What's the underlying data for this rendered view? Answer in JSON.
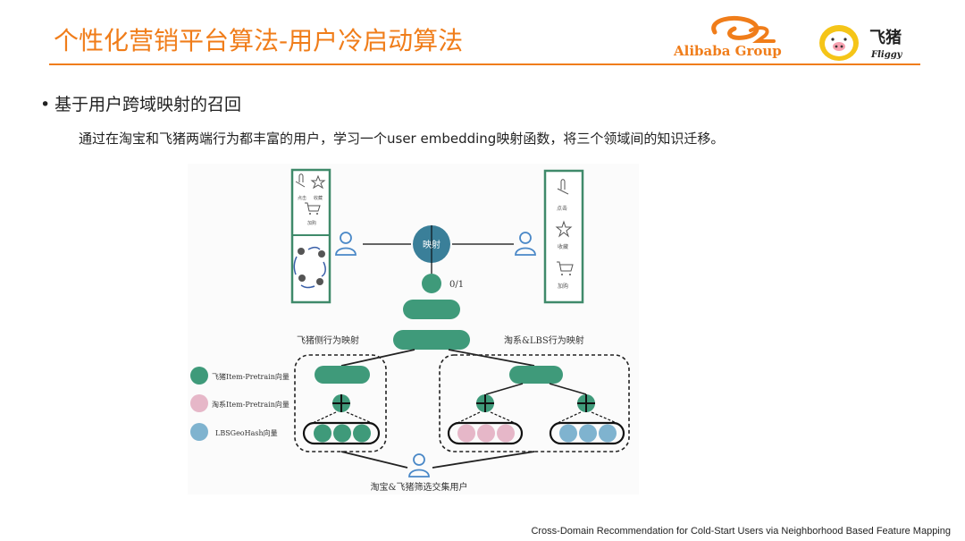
{
  "header": {
    "title": "个性化营销平台算法-用户冷启动算法",
    "logo_alibaba": "Alibaba Group",
    "logo_fliggy": "飞猪",
    "logo_fliggy_sub": "Fliggy"
  },
  "bullet": {
    "heading": "基于用户跨域映射的召回",
    "description": "通过在淘宝和飞猪两端行为都丰富的用户，学习一个user embedding映射函数，将三个领域间的知识迁移。"
  },
  "diagram": {
    "map_node_label": "映射",
    "output_label": "0/1",
    "left_branch_label": "飞猪侧行为映射",
    "right_branch_label": "淘系&LBS行为映射",
    "bottom_user_label": "淘宝&飞猪筛选交集用户",
    "left_panel": {
      "click": "点击",
      "fav": "收藏",
      "cart": "加购"
    },
    "right_panel": {
      "click": "点击",
      "fav": "收藏",
      "cart": "加购"
    },
    "legend": [
      {
        "label": "飞猪Item-Pretrain向量",
        "color": "#3f9a7a"
      },
      {
        "label": "淘系Item-Pretrain向量",
        "color": "#e6b7c8"
      },
      {
        "label": "LBSGeoHash向量",
        "color": "#7fb3cf"
      }
    ],
    "colors": {
      "green": "#3f9a7a",
      "pink": "#e6b7c8",
      "blue": "#7fb3cf",
      "map": "#3a7f99",
      "frame": "#3f8a6a"
    }
  },
  "footer": {
    "citation": "Cross-Domain Recommendation for Cold-Start Users via Neighborhood Based Feature Mapping"
  }
}
